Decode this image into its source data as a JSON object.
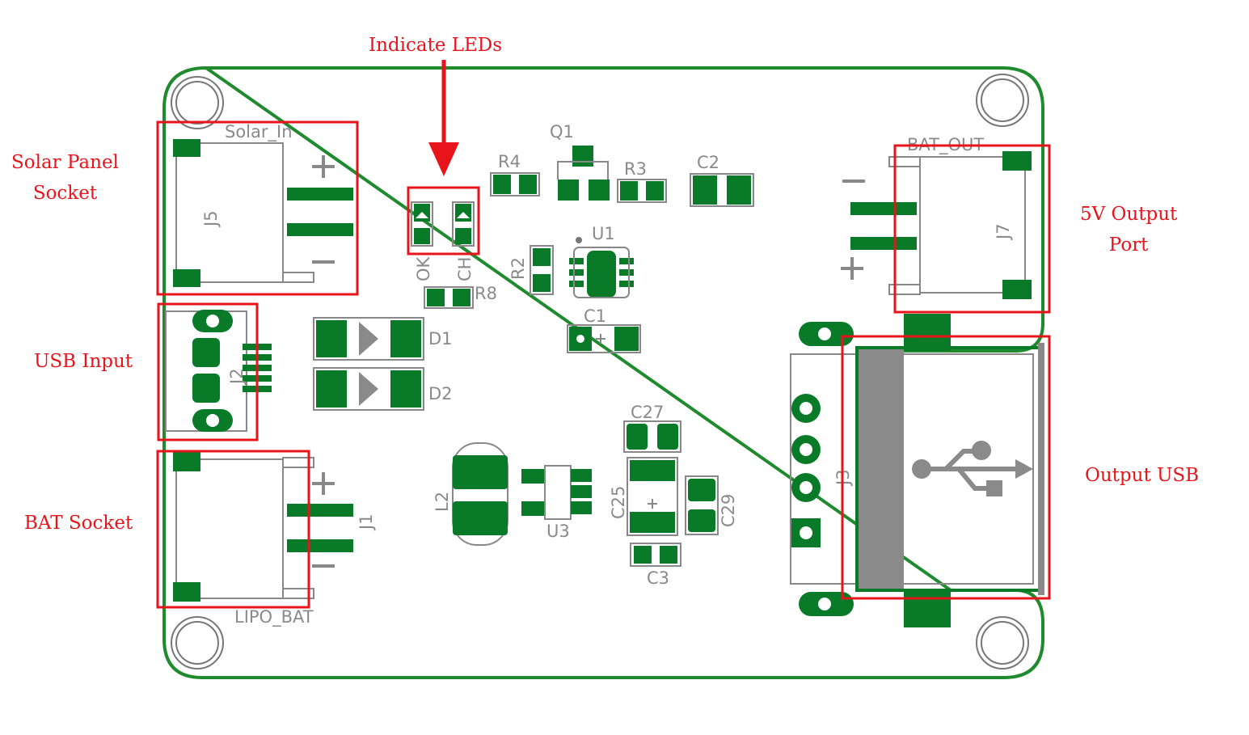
{
  "callouts": {
    "indicate_leds": "Indicate LEDs",
    "solar_panel_socket": "Solar Panel\nSocket",
    "usb_input": "USB Input",
    "bat_socket": "BAT Socket",
    "output_5v": "5V Output\nPort",
    "output_usb": "Output USB"
  },
  "silkscreen": {
    "solar_in": "Solar_In",
    "j5": "J5",
    "j2": "J2",
    "j1": "J1",
    "lipo_bat": "LIPO_BAT",
    "bat_out": "BAT_OUT",
    "j7": "J7",
    "j3": "J3",
    "ok": "OK",
    "ch": "CH",
    "r8": "R8",
    "r4": "R4",
    "q1": "Q1",
    "r3": "R3",
    "c2": "C2",
    "u1": "U1",
    "r2": "R2",
    "c1": "C1",
    "d1": "D1",
    "d2": "D2",
    "c27": "C27",
    "l2": "L2",
    "u3": "U3",
    "c25": "C25",
    "c29": "C29",
    "c3": "C3",
    "plus": "+",
    "minus": "−"
  },
  "colors": {
    "copper": "#087a28",
    "outline": "#1f8a2e",
    "silk": "#8a8a8a",
    "highlight": "#e8141b"
  }
}
